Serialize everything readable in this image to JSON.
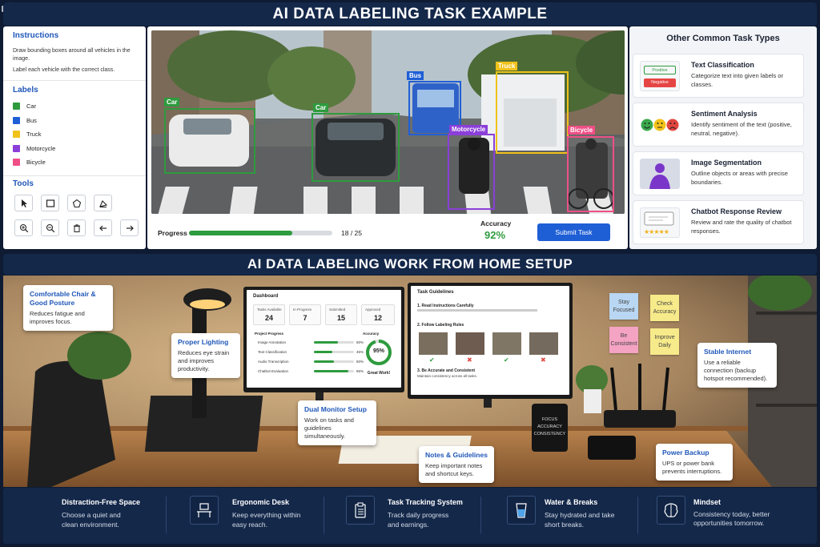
{
  "top": {
    "title": "AI DATA LABELING TASK EXAMPLE",
    "instructions": {
      "heading": "Instructions",
      "line1": "Draw bounding boxes around all vehicles in the image.",
      "line2": "Label each vehicle with the correct class."
    },
    "labels": {
      "heading": "Labels",
      "items": [
        {
          "name": "Car",
          "color": "#2e9b3e"
        },
        {
          "name": "Bus",
          "color": "#1f5fd6"
        },
        {
          "name": "Truck",
          "color": "#f0c21a"
        },
        {
          "name": "Motorcycle",
          "color": "#8b3fd9"
        },
        {
          "name": "Bicycle",
          "color": "#ef4f86"
        }
      ]
    },
    "tools": {
      "heading": "Tools",
      "icons": [
        "pointer-icon",
        "rectangle-icon",
        "polygon-icon",
        "brush-icon",
        "zoom-in-icon",
        "zoom-out-icon",
        "trash-icon",
        "undo-icon",
        "redo-icon"
      ]
    },
    "boxes": [
      {
        "label": "Car",
        "color": "#2e9b3e"
      },
      {
        "label": "Car",
        "color": "#2e9b3e"
      },
      {
        "label": "Bus",
        "color": "#1f5fd6"
      },
      {
        "label": "Truck",
        "color": "#f0c21a"
      },
      {
        "label": "Motorcycle",
        "color": "#8b3fd9"
      },
      {
        "label": "Bicycle",
        "color": "#ef4f86"
      }
    ],
    "progress": {
      "label": "Progress",
      "count": "18 / 25",
      "fraction": 0.72
    },
    "accuracy": {
      "label": "Accuracy",
      "value": "92%"
    },
    "submit_label": "Submit Task",
    "task_types": {
      "heading": "Other Common Task Types",
      "items": [
        {
          "title": "Text Classification",
          "desc": "Categorize text into given labels or classes.",
          "chip_positive": "Positive",
          "chip_negative": "Negative"
        },
        {
          "title": "Sentiment Analysis",
          "desc": "Identify sentiment of the text (positive, neutral, negative)."
        },
        {
          "title": "Image Segmentation",
          "desc": "Outline objects or areas with precise boundaries."
        },
        {
          "title": "Chatbot Response Review",
          "desc": "Review and rate the quality of chatbot responses.",
          "stars": "★★★★★"
        }
      ]
    }
  },
  "bottom": {
    "title": "AI DATA LABELING WORK FROM HOME SETUP",
    "callouts": {
      "chair": {
        "title": "Comfortable Chair & Good Posture",
        "desc": "Reduces fatigue and improves focus."
      },
      "lighting": {
        "title": "Proper Lighting",
        "desc": "Reduces eye strain and improves productivity."
      },
      "monitor": {
        "title": "Dual Monitor Setup",
        "desc": "Work on tasks and guidelines simultaneously."
      },
      "notes": {
        "title": "Notes & Guidelines",
        "desc": "Keep important notes and shortcut keys."
      },
      "internet": {
        "title": "Stable Internet",
        "desc": "Use a reliable connection (backup hotspot recommended)."
      },
      "power": {
        "title": "Power Backup",
        "desc": "UPS or power bank prevents interruptions."
      }
    },
    "stickies": [
      {
        "text": "Stay Focused",
        "color": "#b9d6f2"
      },
      {
        "text": "Check Accuracy",
        "color": "#f7ea8a"
      },
      {
        "text": "Be Consistent",
        "color": "#f4a3c2"
      },
      {
        "text": "Improve Daily",
        "color": "#f7ea8a"
      }
    ],
    "mug_text": "FOCUS ACCURACY CONSISTENCY",
    "dashboard": {
      "title": "Dashboard",
      "stats": [
        {
          "k": "Tasks Available",
          "v": "24"
        },
        {
          "k": "In Progress",
          "v": "7"
        },
        {
          "k": "Submitted",
          "v": "15"
        },
        {
          "k": "Approved",
          "v": "12"
        }
      ],
      "project_heading": "Project Progress",
      "projects": [
        {
          "name": "Image Annotation",
          "pct": "60%",
          "frac": 0.6
        },
        {
          "name": "Text Classification",
          "pct": "45%",
          "frac": 0.45
        },
        {
          "name": "Audio Transcription",
          "pct": "50%",
          "frac": 0.5
        },
        {
          "name": "Chatbot Evaluation",
          "pct": "85%",
          "frac": 0.85
        }
      ],
      "accuracy_heading": "Accuracy",
      "accuracy": "95%",
      "accuracy_frac": 0.95,
      "great": "Great Work!"
    },
    "guidelines": {
      "title": "Task Guidelines",
      "step1": "1. Read Instructions Carefully",
      "step2": "2. Follow Labeling Rules",
      "step3": "3. Be Accurate and Consistent",
      "step3_desc": "Maintain consistency across all tasks."
    },
    "footer": [
      {
        "title": "Distraction-Free Space",
        "desc": "Choose a quiet and clean environment.",
        "icon": "mute-speaker-icon"
      },
      {
        "title": "Ergonomic Desk",
        "desc": "Keep everything within easy reach.",
        "icon": "desk-icon"
      },
      {
        "title": "Task Tracking System",
        "desc": "Track daily progress and earnings.",
        "icon": "clipboard-icon"
      },
      {
        "title": "Water & Breaks",
        "desc": "Stay hydrated and take short breaks.",
        "icon": "water-glass-icon"
      },
      {
        "title": "Mindset",
        "desc": "Consistency today, better opportunities tomorrow.",
        "icon": "brain-icon"
      }
    ]
  }
}
